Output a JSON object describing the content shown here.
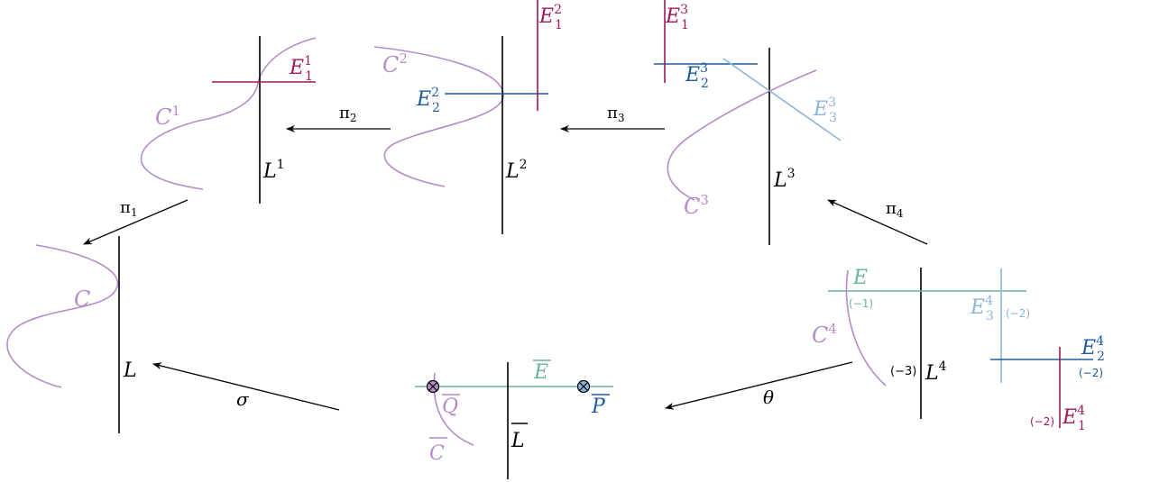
{
  "colors": {
    "curve": "#b48cc8",
    "e1": "#a0195a",
    "e2": "#1e5aa0",
    "e3": "#8cb4dc",
    "e": "#6cb49a",
    "line": "#000000"
  },
  "arrows": {
    "pi1": "π",
    "pi1_sub": "1",
    "pi2": "π",
    "pi2_sub": "2",
    "pi3": "π",
    "pi3_sub": "3",
    "pi4": "π",
    "pi4_sub": "4",
    "sigma": "σ",
    "theta": "θ"
  },
  "stage0": {
    "curve": "C",
    "line": "L"
  },
  "stage1": {
    "curve": "C",
    "curve_sup": "1",
    "line": "L",
    "line_sup": "1",
    "e1": "E",
    "e1_sub": "1",
    "e1_sup": "1"
  },
  "stage2": {
    "curve": "C",
    "curve_sup": "2",
    "line": "L",
    "line_sup": "2",
    "e1": "E",
    "e1_sub": "1",
    "e1_sup": "2",
    "e2": "E",
    "e2_sub": "2",
    "e2_sup": "2"
  },
  "stage3": {
    "curve": "C",
    "curve_sup": "3",
    "line": "L",
    "line_sup": "3",
    "e1": "E",
    "e1_sub": "1",
    "e1_sup": "3",
    "e2": "E",
    "e2_sub": "2",
    "e2_sup": "3",
    "e3": "E",
    "e3_sub": "3",
    "e3_sup": "3"
  },
  "stage4": {
    "curve": "C",
    "curve_sup": "4",
    "line": "L",
    "line_sup": "4",
    "line_self": "(−3)",
    "e": "E",
    "e_self": "(−1)",
    "e3": "E",
    "e3_sub": "3",
    "e3_sup": "4",
    "e3_self": "(−2)",
    "e2": "E",
    "e2_sub": "2",
    "e2_sup": "4",
    "e2_self": "(−2)",
    "e1": "E",
    "e1_sub": "1",
    "e1_sup": "4",
    "e1_self": "(−2)"
  },
  "stage_bar": {
    "e": "E",
    "line": "L",
    "curve": "C",
    "q": "Q",
    "p": "P"
  }
}
